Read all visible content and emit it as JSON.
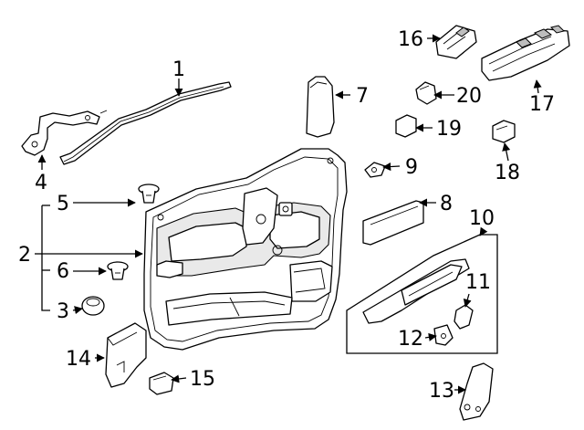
{
  "callouts": {
    "c1": "1",
    "c2": "2",
    "c3": "3",
    "c4": "4",
    "c5": "5",
    "c6": "6",
    "c7": "7",
    "c8": "8",
    "c9": "9",
    "c10": "10",
    "c11": "11",
    "c12": "12",
    "c13": "13",
    "c14": "14",
    "c15": "15",
    "c16": "16",
    "c17": "17",
    "c18": "18",
    "c19": "19",
    "c20": "20"
  },
  "colors": {
    "line": "#000000",
    "background": "#ffffff",
    "shade": "#e9e9e9"
  }
}
